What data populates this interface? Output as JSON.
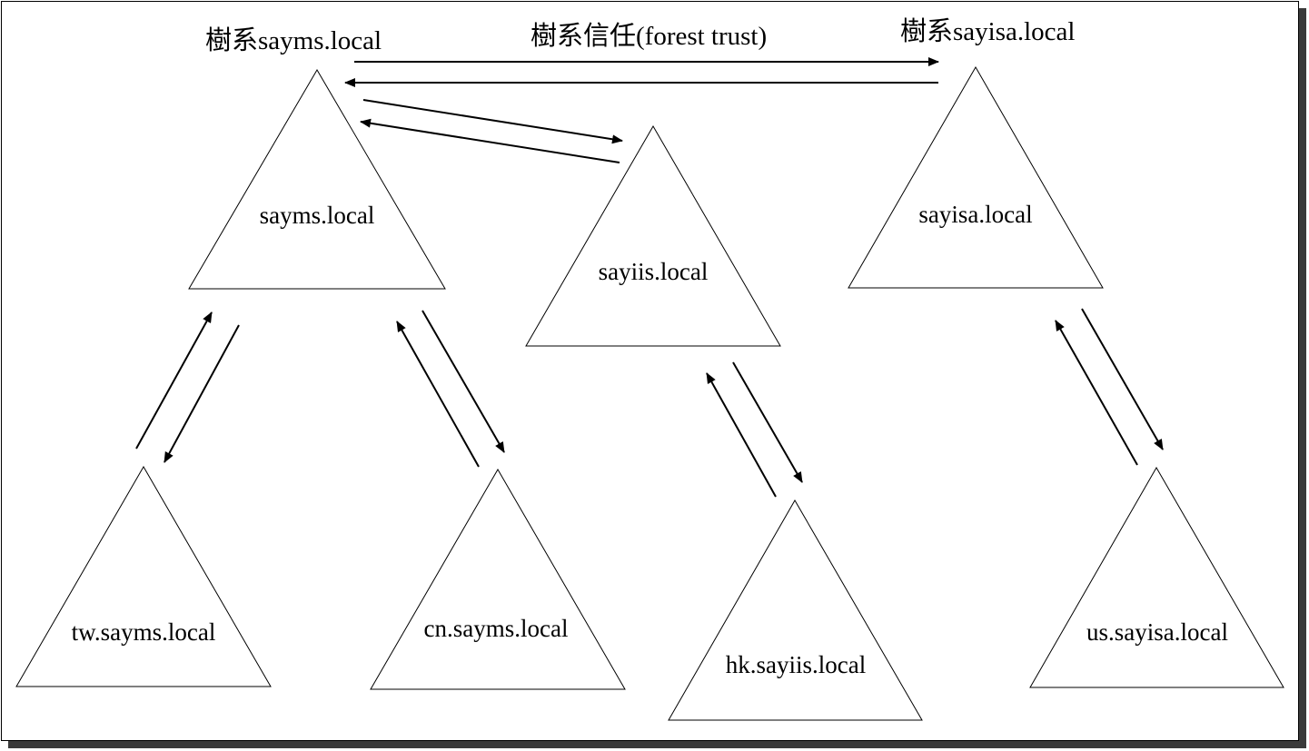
{
  "forests": {
    "left_title": "樹系sayms.local",
    "trust_title": "樹系信任(forest trust)",
    "right_title": "樹系sayisa.local"
  },
  "domains": {
    "sayms": "sayms.local",
    "sayiis": "sayiis.local",
    "sayisa": "sayisa.local",
    "tw": "tw.sayms.local",
    "cn": "cn.sayms.local",
    "hk": "hk.sayiis.local",
    "us": "us.sayisa.local"
  },
  "colors": {
    "line": "#000000",
    "background": "#ffffff",
    "shadow": "#3a3a3a"
  }
}
